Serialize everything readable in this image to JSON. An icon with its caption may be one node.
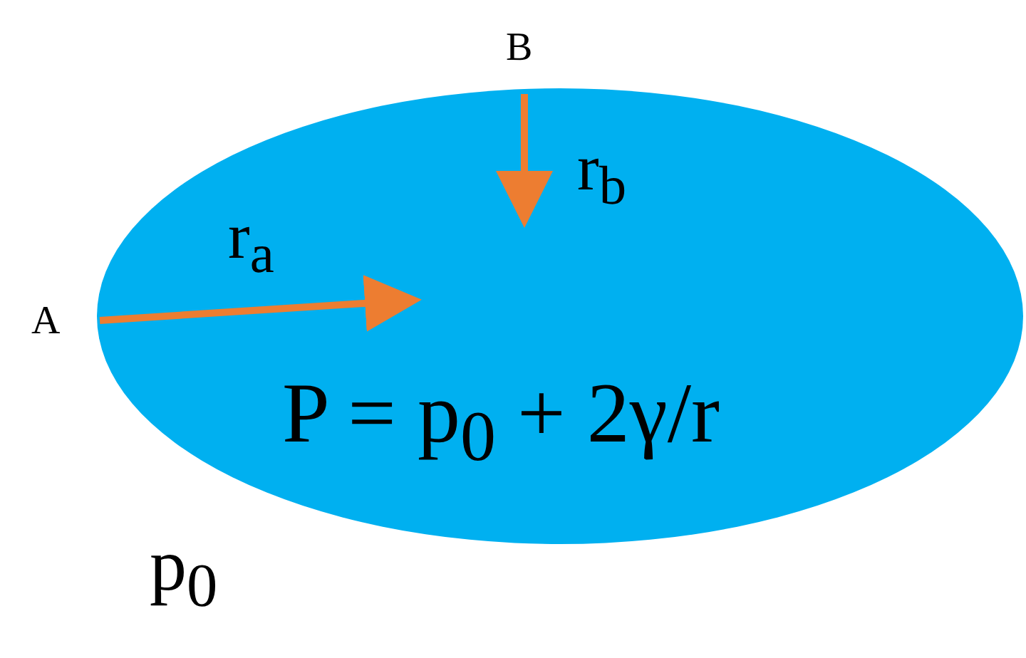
{
  "diagram": {
    "nodes": [
      {
        "text": [
          "P = p$_{0}$ + 2γ/r"
        ]
      }
    ],
    "labels": [
      "B",
      "r$_{b}$",
      "r$_{a}$",
      "A",
      "p$_{0}$"
    ]
  }
}
